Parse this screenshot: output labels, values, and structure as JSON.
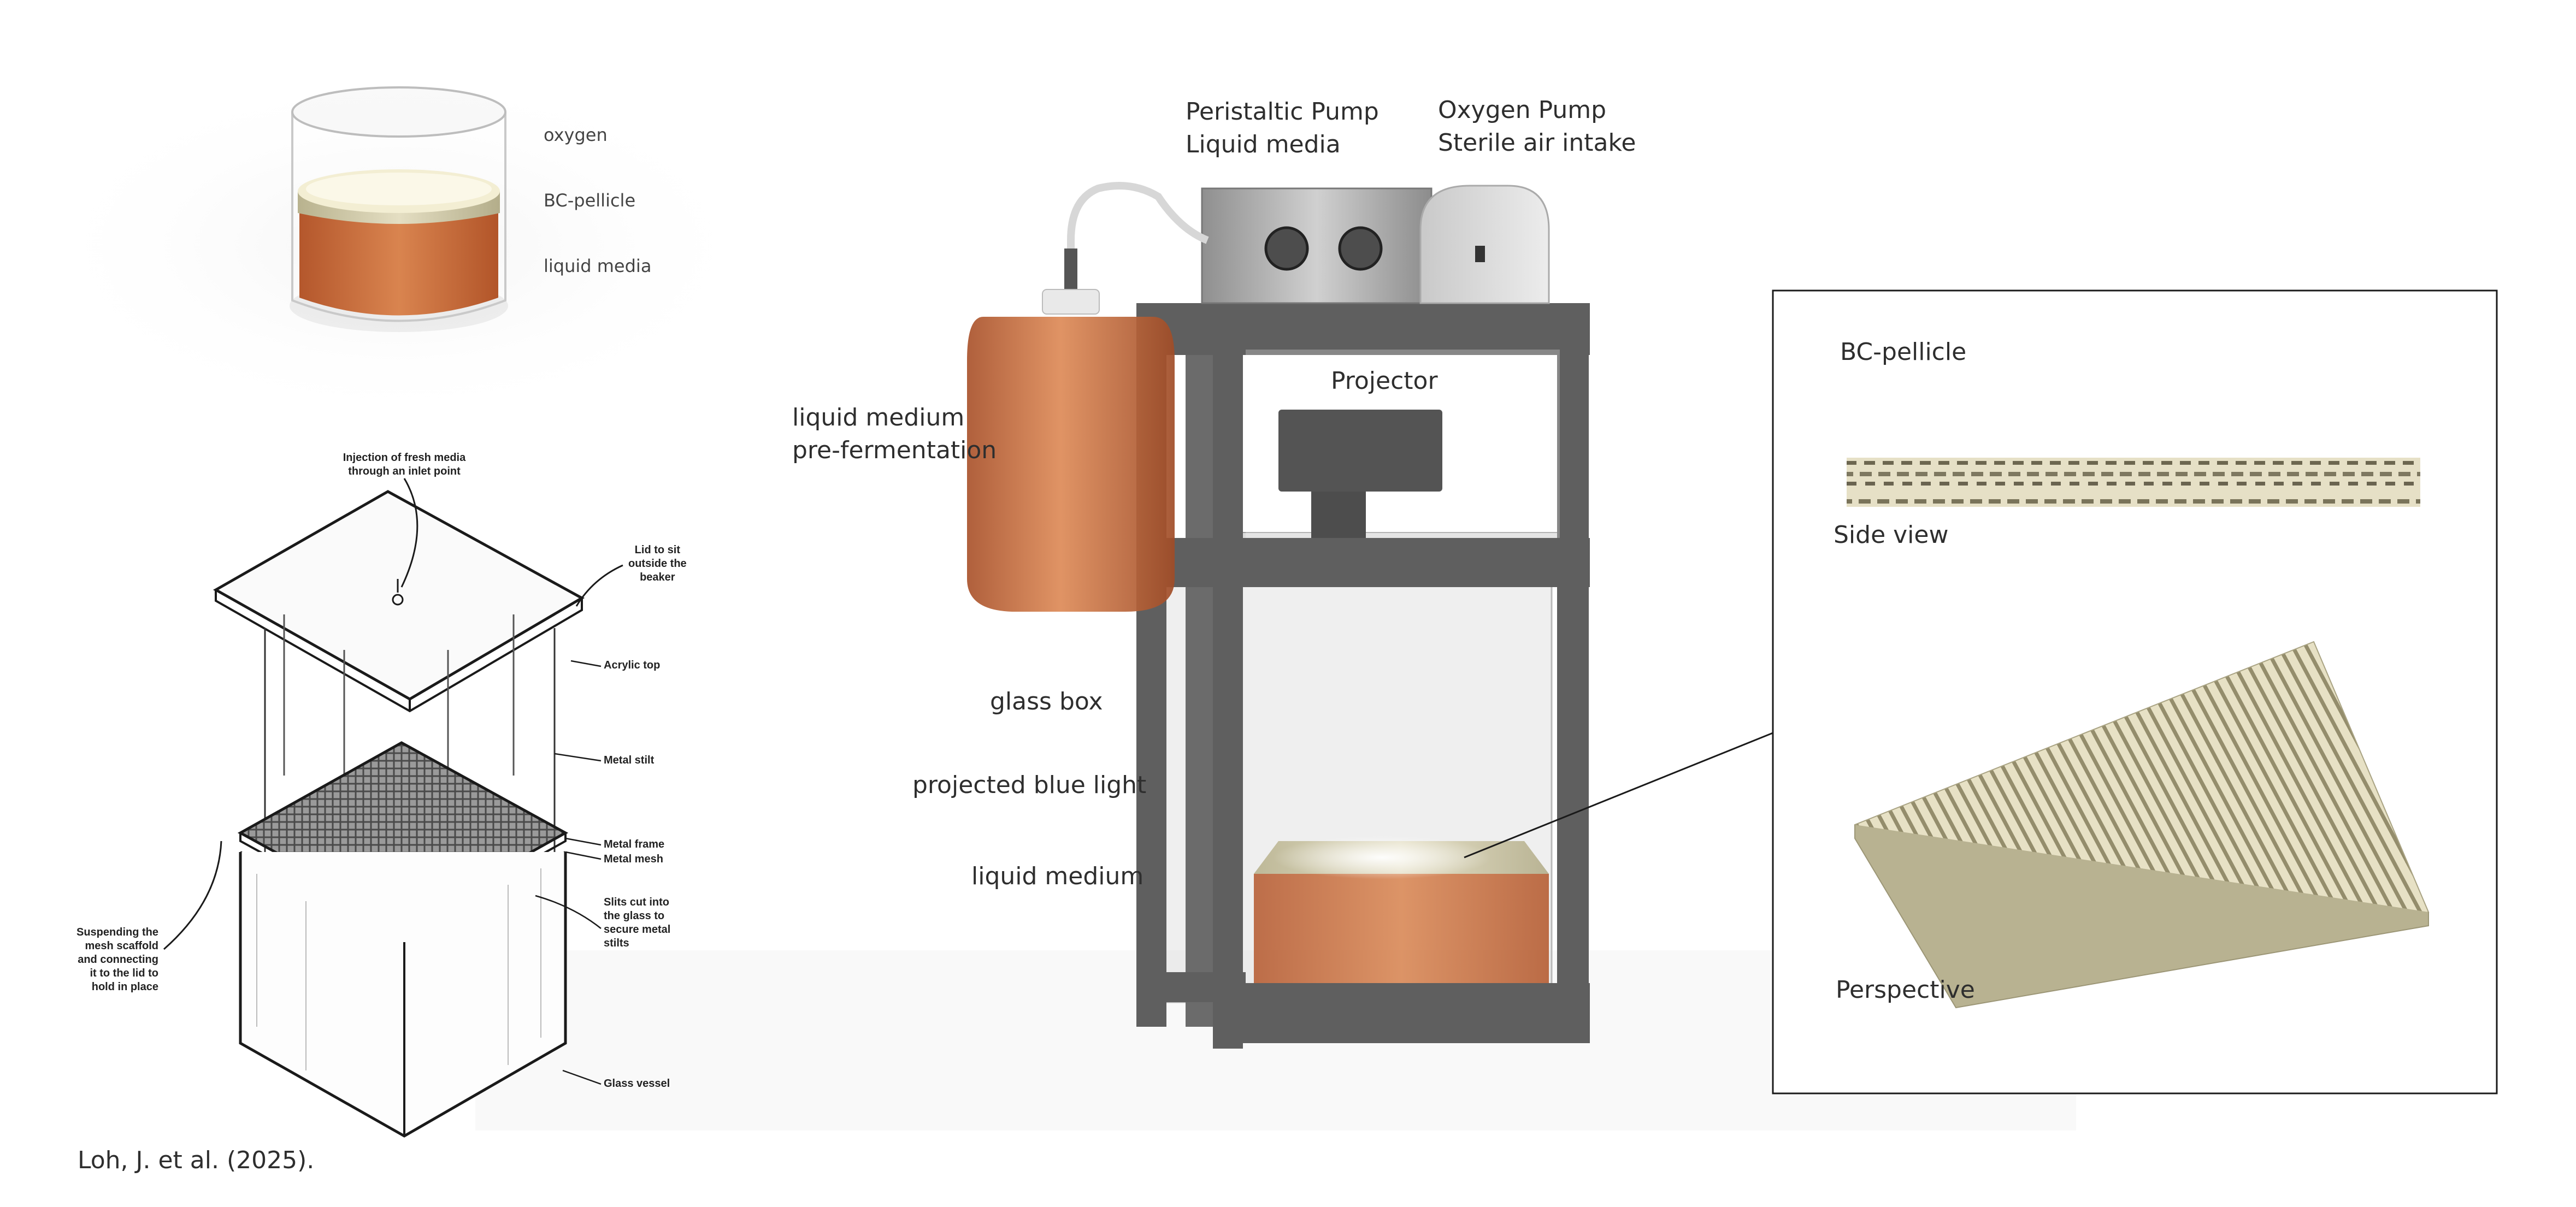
{
  "beaker": {
    "labels": [
      "oxygen",
      "BC-pellicle",
      "liquid media"
    ]
  },
  "exploded": {
    "top_note": [
      "Injection of fresh media",
      "through an inlet point"
    ],
    "lid_note": [
      "Lid to sit",
      "outside the",
      "beaker"
    ],
    "acrylic": "Acrylic top",
    "stilt": "Metal stilt",
    "frame": "Metal frame",
    "mesh": "Metal mesh",
    "slits": [
      "Slits cut into",
      "the glass to",
      "secure metal",
      "stilts"
    ],
    "suspend": [
      "Suspending the",
      "mesh scaffold",
      "and connecting",
      "it to the lid to",
      "hold in place"
    ],
    "vessel": "Glass vessel"
  },
  "apparatus": {
    "peristaltic": [
      "Peristaltic Pump",
      "Liquid media"
    ],
    "oxygen_pump": [
      "Oxygen Pump",
      "Sterile air intake"
    ],
    "projector": "Projector",
    "reservoir": [
      "liquid medium",
      "pre-fermentation"
    ],
    "glass_box": "glass box",
    "blue_light": "projected blue light",
    "medium": "liquid medium"
  },
  "inset": {
    "title": "BC-pellicle",
    "side": "Side view",
    "perspective": "Perspective"
  },
  "citation": "Loh, J. et al. (2025).",
  "colors": {
    "media": "#c9693a",
    "pellicle": "#d8d2b4",
    "frame": "#5e5e5e",
    "line": "#1a1a1a"
  }
}
